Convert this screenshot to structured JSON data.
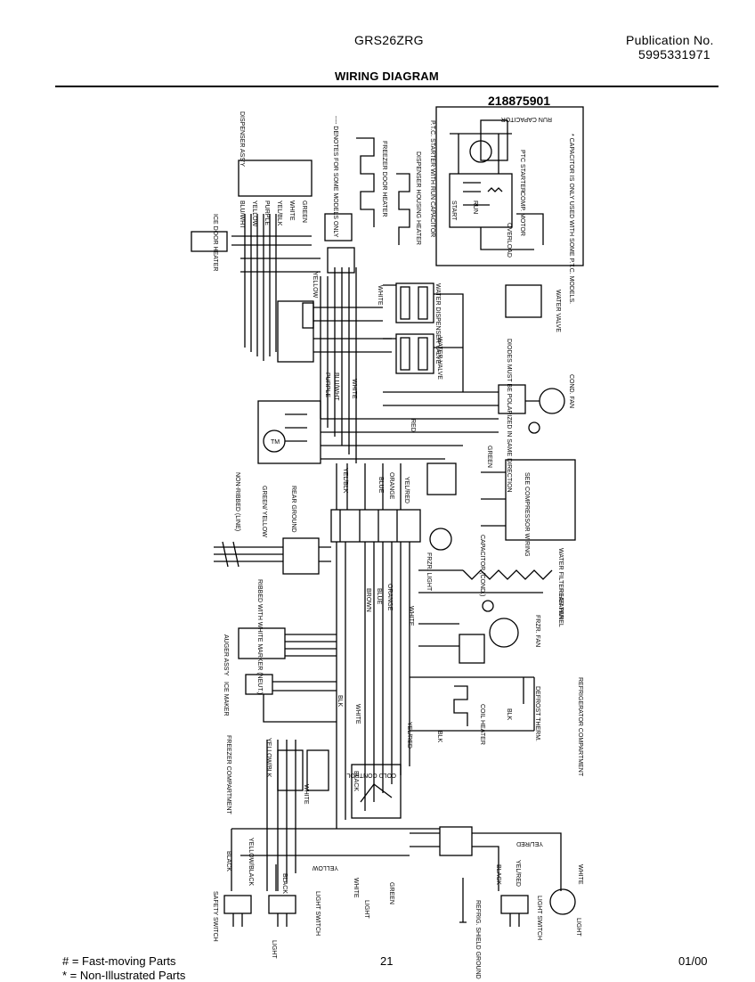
{
  "header": {
    "model": "GRS26ZRG",
    "publication_label": "Publication No.",
    "publication_number": "5995331971",
    "title": "WIRING DIAGRAM"
  },
  "diagram": {
    "part_number": "218875901",
    "compressor_box": {
      "run_capacitor": "RUN CAPACITOR",
      "ptc_starter": "PTC STARTER",
      "start": "START",
      "run": "RUN",
      "comp_motor": "COMP. MOTOR",
      "overload": "OVERLOAD",
      "ptc_run_cap": "P.T.C. STARTER WITH RUN CAPACITOR",
      "capacitor_note": "* CAPACITOR IS ONLY USED WITH SOME P.T.C. MODELS."
    },
    "labels": {
      "ice_door_heater": "ICE DOOR HEATER",
      "dispenser_assy": "DISPENSER ASS'Y",
      "denotes": "---- DENOTES FOR SOME MODELS ONLY",
      "freezer_door_heater": "FREEZER DOOR HEATER",
      "dispenser_housing_heater": "DISPENSER HOUSING HEATER",
      "water_dispenser_valve": "WATER DISPENSER VALVE",
      "water_valve": "WATER VALVE",
      "diodes_note": "DIODES MUST BE POLARIZED IN SAME DIRECTION",
      "cond_fan": "COND. FAN",
      "see_compressor_wiring": "SEE COMPRESSOR WIRING",
      "water_filter_heater": "WATER FILTER HEATER",
      "rear_panel": "REAR PANEL",
      "frz_fan": "FRZR. FAN",
      "defrost_therm": "DEFROST THERM.",
      "coil_heater": "COIL HEATER",
      "refrigerator_compartment": "REFRIGERATOR COMPARTMENT",
      "freezer_compartment": "FREEZER COMPARTMENT",
      "auger_assy": "AUGER ASS'Y",
      "ice_maker": "ICE MAKER",
      "cold_control": "COLD CONTROL",
      "safety_switch": "SAFETY SWITCH",
      "light_switch_left": "LIGHT SWITCH",
      "light_left": "LIGHT",
      "light_center": "LIGHT",
      "refrig_shield_ground": "REFRIG. SHIELD GROUND",
      "light_switch_right": "LIGHT SWITCH",
      "light_right": "LIGHT",
      "non_ribbed": "NON-RIBBED (LINE)",
      "ribbed": "RIBBED WITH WHITE MARKER (NEUT.)",
      "rear_ground": "REAR GROUND",
      "green_yellow": "GREEN/ YELLOW",
      "tm": "TM",
      "capacitor_cond": "CAPACITOR (COND.)",
      "frz_light": "FRZR. LIGHT",
      "yellow": "YELLOW",
      "white": "WHITE",
      "purple": "PURPLE",
      "blu_wht": "BLU/WHT",
      "red": "RED",
      "green": "GREEN",
      "blue": "BLUE",
      "orange": "ORANGE",
      "brown": "BROWN",
      "black": "BLACK",
      "blk": "BLK",
      "yel_blk": "YEL/BLK",
      "yel_red": "YEL/RED",
      "yellow_blk": "YELLOW/BLK",
      "yel_blk2": "YELLOW/BLACK",
      "wire_labels_dispenser": [
        "BLU/WHT",
        "YELLOW",
        "PURPLE",
        "YEL/BLK",
        "WHITE",
        "GREEN"
      ]
    }
  },
  "footer": {
    "fast_moving": "# = Fast-moving Parts",
    "non_illustrated": "* = Non-Illustrated Parts",
    "page": "21",
    "date": "01/00"
  }
}
